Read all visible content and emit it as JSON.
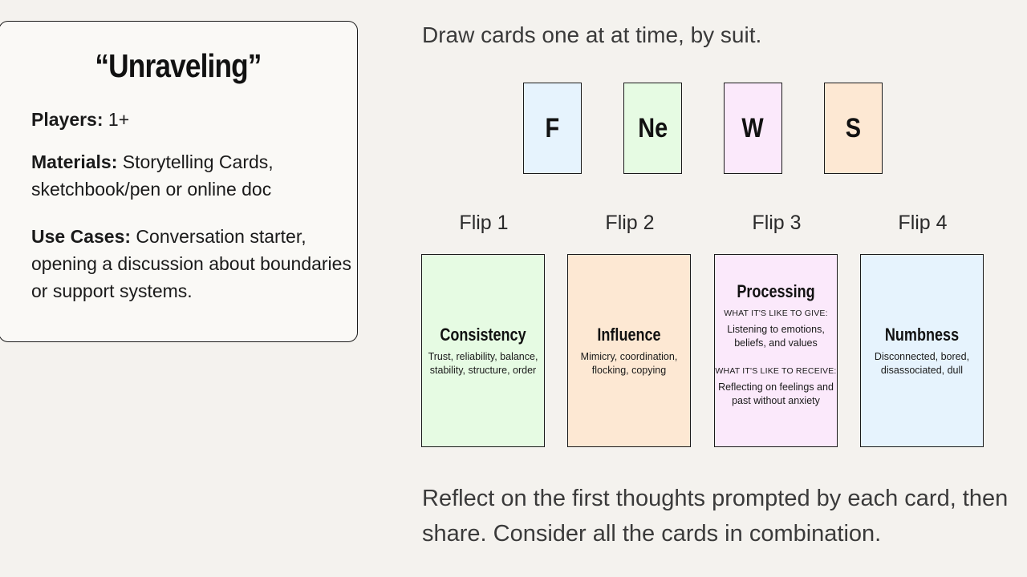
{
  "info_card": {
    "title": "“Unraveling”",
    "players_label": "Players:",
    "players_value": "1+",
    "materials_label": "Materials:",
    "materials_value": "Storytelling Cards, sketchbook/pen or online doc",
    "use_cases_label": "Use Cases:",
    "use_cases_value": "Conversation starter, opening a discussion about boundaries or support systems."
  },
  "instruction_top": "Draw cards one at at time, by suit.",
  "suits": [
    {
      "letter": "F",
      "color": "#e6f3fd"
    },
    {
      "letter": "Ne",
      "color": "#e6fbe3"
    },
    {
      "letter": "W",
      "color": "#fbe9fb"
    },
    {
      "letter": "S",
      "color": "#fde8d3"
    }
  ],
  "flips": [
    {
      "label": "Flip 1",
      "color": "#e6fbe3",
      "title": "Consistency",
      "desc": "Trust, reliability, balance, stability, structure, order"
    },
    {
      "label": "Flip 2",
      "color": "#fde8d3",
      "title": "Influence",
      "desc": "Mimicry, coordination, flocking, copying"
    },
    {
      "label": "Flip 3",
      "color": "#fbe9fb",
      "title": "Processing",
      "give_label": "WHAT IT'S LIKE TO GIVE:",
      "give_desc": "Listening to emotions, beliefs, and values",
      "receive_label": "WHAT IT'S LIKE TO RECEIVE:",
      "receive_desc": "Reflecting on feelings and past without anxiety"
    },
    {
      "label": "Flip 4",
      "color": "#e6f3fd",
      "title": "Numbness",
      "desc": "Disconnected, bored, disassociated, dull"
    }
  ],
  "instruction_bottom": "Reflect on the first thoughts prompted by each card, then share. Consider all the cards in combination."
}
